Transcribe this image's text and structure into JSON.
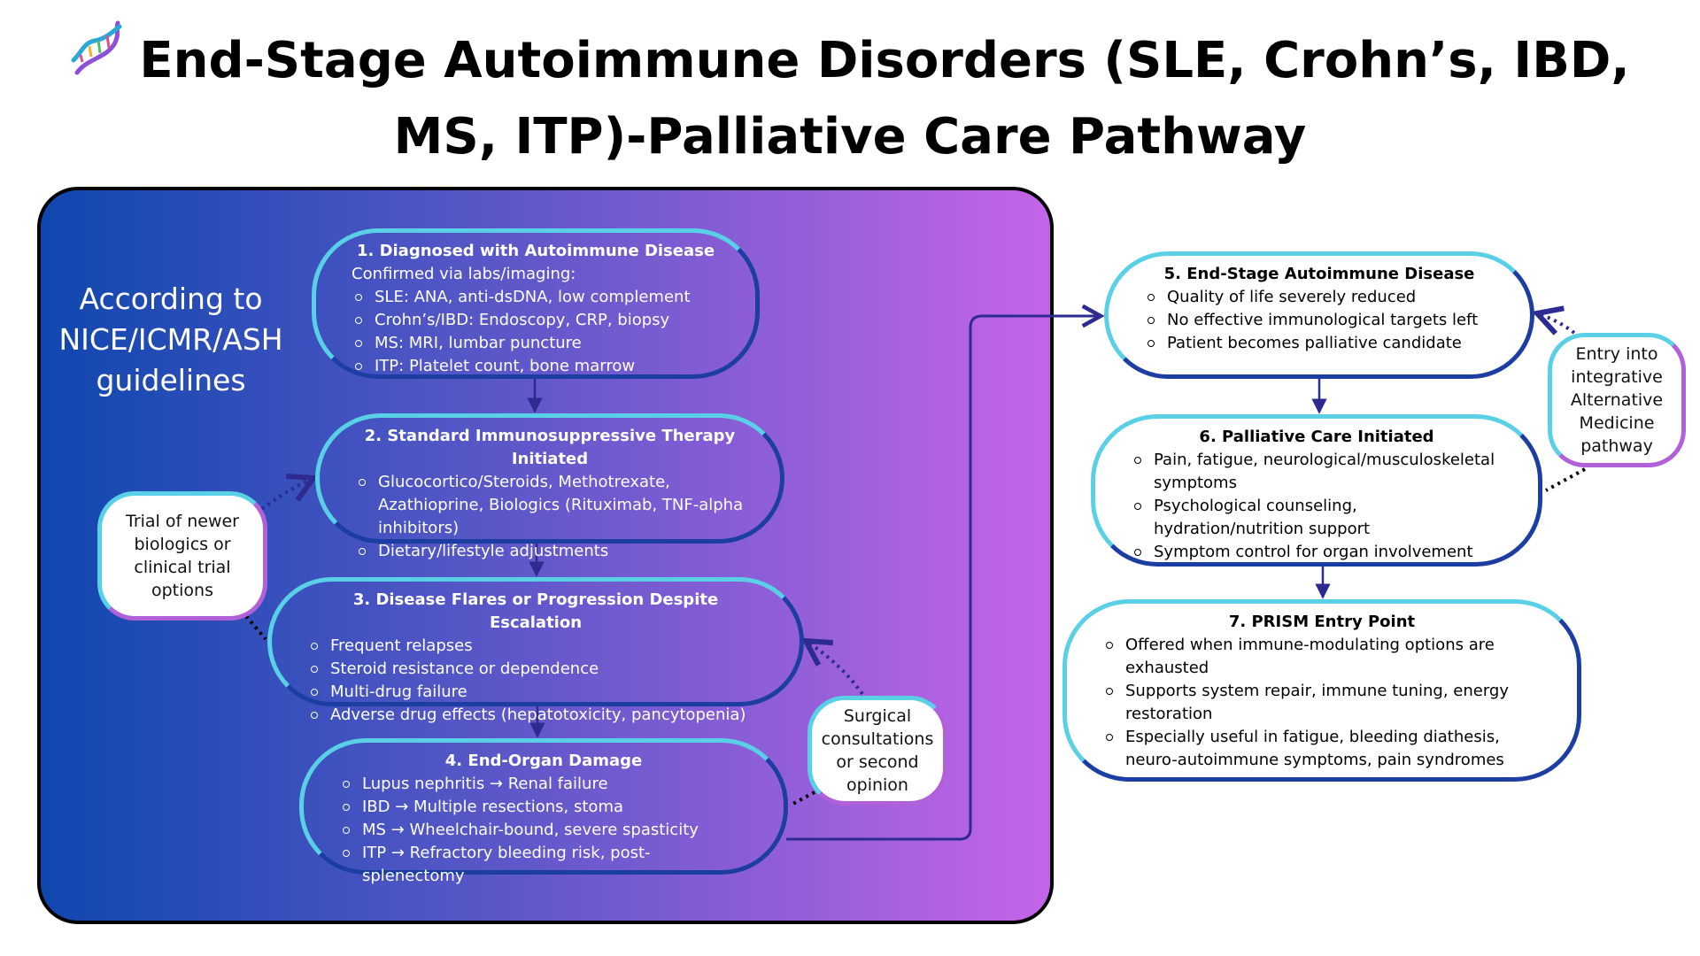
{
  "title": {
    "line1": "End-Stage Autoimmune Disorders (SLE, Crohn’s, IBD,",
    "line2": "MS, ITP)-Palliative Care Pathway"
  },
  "icons": {
    "title_icon": "dna-icon",
    "arrow": "arrow-head-icon"
  },
  "colors": {
    "panel_start": "#0f47ae",
    "panel_end": "#c465e8",
    "node_border_light": "#5ad0e6",
    "node_border_dark": "#1c3ea3",
    "side_border_purple": "#b060d8",
    "arrow": "#2d2b8f"
  },
  "guidelines_note": "According to NICE/ICMR/ASH guidelines",
  "nodes": [
    {
      "heading": "1. Diagnosed with Autoimmune Disease",
      "intro": "Confirmed via labs/imaging:",
      "items": [
        "SLE: ANA, anti-dsDNA, low complement",
        "Crohn’s/IBD: Endoscopy, CRP, biopsy",
        "MS: MRI, lumbar puncture",
        "ITP: Platelet count, bone marrow"
      ]
    },
    {
      "heading": "2. Standard Immunosuppressive Therapy Initiated",
      "items": [
        "Glucocortico/Steroids, Methotrexate, Azathioprine, Biologics (Rituximab, TNF-alpha inhibitors)",
        "Dietary/lifestyle adjustments"
      ]
    },
    {
      "heading": "3. Disease Flares or Progression Despite Escalation",
      "items": [
        "Frequent relapses",
        "Steroid resistance or dependence",
        "Multi-drug failure",
        "Adverse drug effects (hepatotoxicity, pancytopenia)"
      ]
    },
    {
      "heading": "4. End-Organ Damage",
      "items": [
        "Lupus nephritis → Renal failure",
        "IBD → Multiple resections, stoma",
        "MS → Wheelchair-bound, severe spasticity",
        "ITP → Refractory bleeding risk, post-splenectomy"
      ]
    },
    {
      "heading": "5. End-Stage Autoimmune Disease",
      "items": [
        "Quality of life severely reduced",
        "No effective immunological targets left",
        "Patient becomes palliative candidate"
      ]
    },
    {
      "heading": "6. Palliative Care Initiated",
      "items": [
        "Pain, fatigue, neurological/musculoskeletal symptoms",
        "Psychological counseling, hydration/nutrition support",
        "Symptom control for organ involvement"
      ]
    },
    {
      "heading": "7.  PRISM Entry Point",
      "items": [
        "Offered when immune-modulating options are exhausted",
        "Supports system repair, immune tuning, energy restoration",
        "Especially useful in fatigue, bleeding diathesis, neuro-autoimmune symptoms, pain syndromes"
      ]
    }
  ],
  "side_notes": {
    "trial": "Trial of newer biologics or clinical trial options",
    "surgical": "Surgical consultations or second opinion",
    "alternative": "Entry into integrative Alternative Medicine pathway"
  }
}
